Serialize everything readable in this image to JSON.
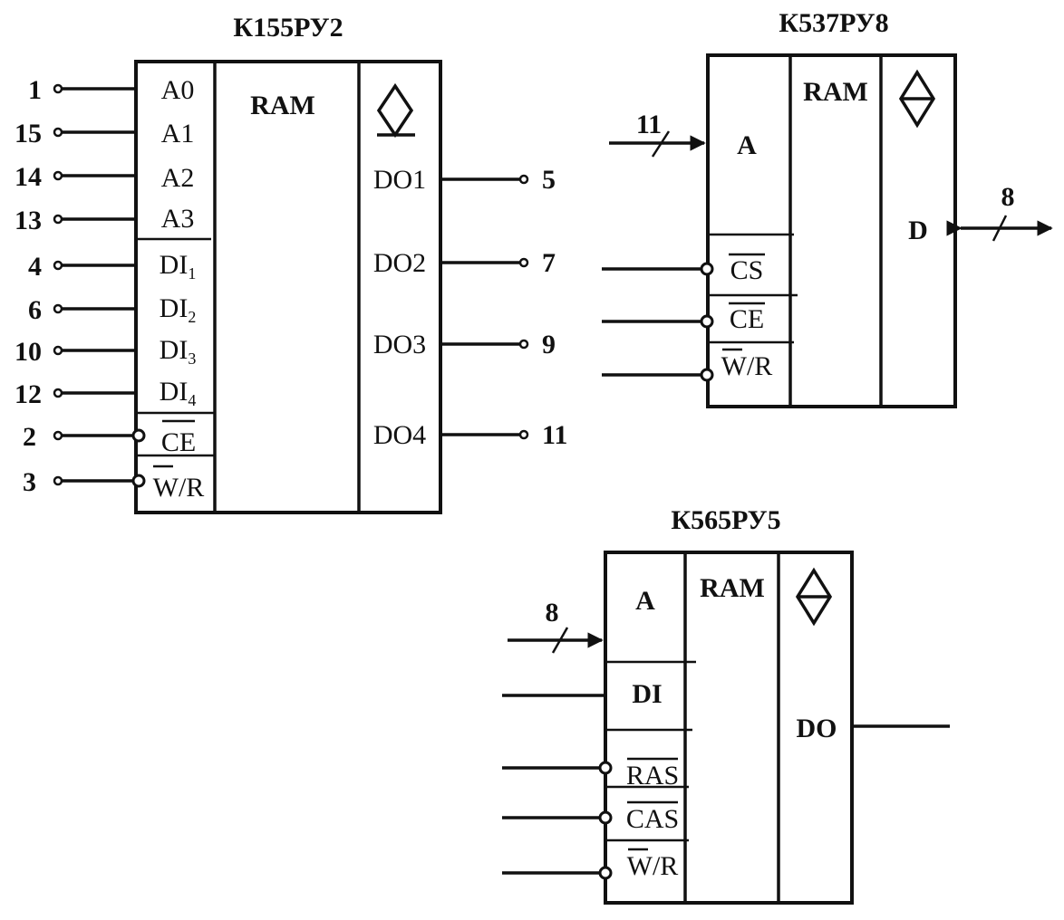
{
  "chip1": {
    "title": "К155РУ2",
    "func": "RAM",
    "address_inputs": [
      {
        "pin": "1",
        "label": "A0"
      },
      {
        "pin": "15",
        "label": "A1"
      },
      {
        "pin": "14",
        "label": "A2"
      },
      {
        "pin": "13",
        "label": "A3"
      }
    ],
    "data_inputs": [
      {
        "pin": "4",
        "label": "DI",
        "sub": "1"
      },
      {
        "pin": "6",
        "label": "DI",
        "sub": "2"
      },
      {
        "pin": "10",
        "label": "DI",
        "sub": "3"
      },
      {
        "pin": "12",
        "label": "DI",
        "sub": "4"
      }
    ],
    "control_inputs": [
      {
        "pin": "2",
        "label": "CE"
      },
      {
        "pin": "3",
        "label": "W/R"
      }
    ],
    "outputs": [
      {
        "pin": "5",
        "label": "DO1"
      },
      {
        "pin": "7",
        "label": "DO2"
      },
      {
        "pin": "9",
        "label": "DO3"
      },
      {
        "pin": "11",
        "label": "DO4"
      }
    ]
  },
  "chip2": {
    "title": "К537РУ8",
    "func": "RAM",
    "address": {
      "label": "A",
      "bus_width": "11"
    },
    "controls": [
      "CS",
      "CE",
      "W/R"
    ],
    "data": {
      "label": "D",
      "bus_width": "8"
    }
  },
  "chip3": {
    "title": "К565РУ5",
    "func": "RAM",
    "address": {
      "label": "A",
      "bus_width": "8"
    },
    "data_in": "DI",
    "controls": [
      "RAS",
      "CAS",
      "W/R"
    ],
    "data_out": "DO"
  }
}
